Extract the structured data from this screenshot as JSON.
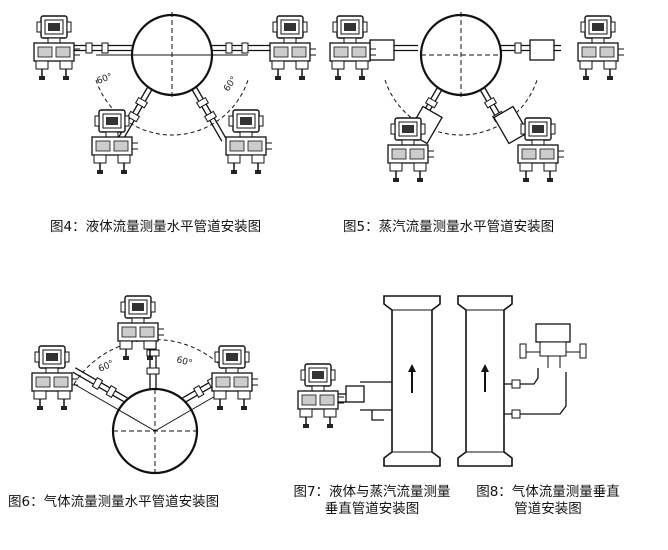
{
  "figures": [
    {
      "caption": "图4：液体流量测量水平管道安装图",
      "angle_left": "60°",
      "angle_right": "60°"
    },
    {
      "caption": "图5：蒸汽流量测量水平管道安装图"
    },
    {
      "caption": "图6：气体流量测量水平管道安装图",
      "angle_left": "60°",
      "angle_right": "60°"
    },
    {
      "caption_line1": "图7：液体与蒸汽流量测量",
      "caption_line2": "垂直管道安装图"
    },
    {
      "caption_line1": "图8：气体流量测量垂直",
      "caption_line2": "管道安装图"
    }
  ]
}
